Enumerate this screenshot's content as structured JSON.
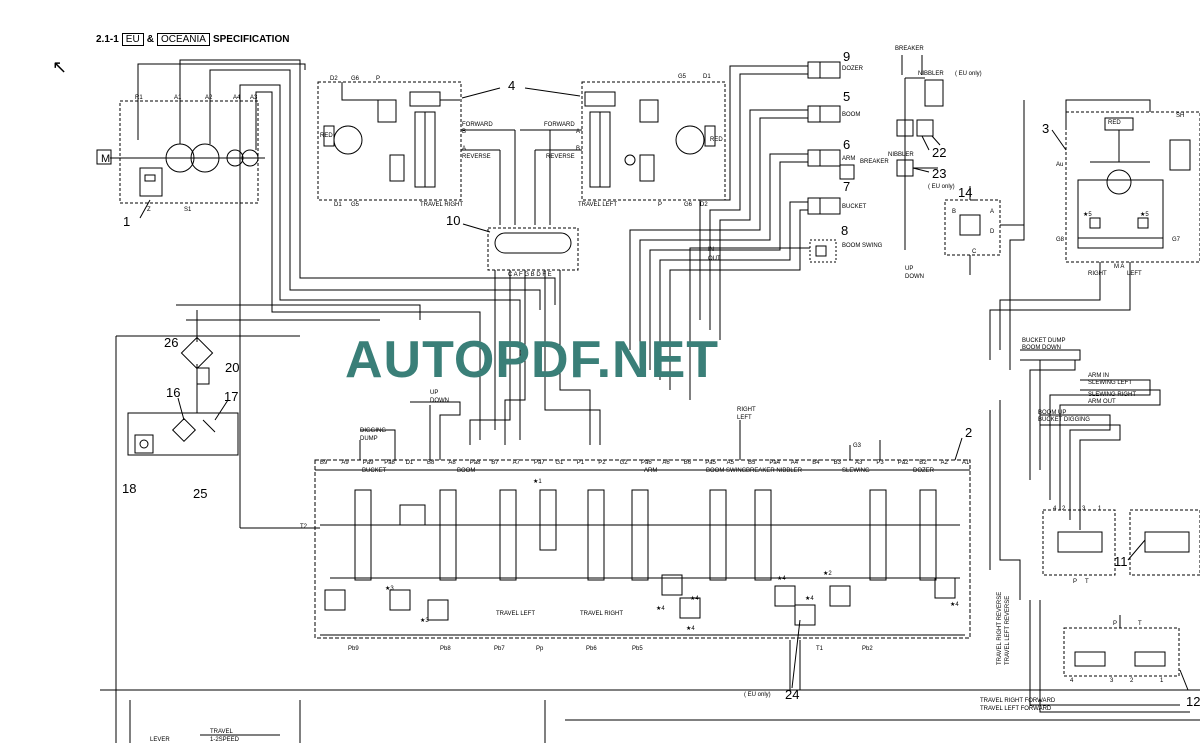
{
  "header": {
    "num": "2.1-1",
    "eu": "EU",
    "amp": "&",
    "oceania": "OCEANIA",
    "spec": "SPECIFICATION"
  },
  "watermark": "AUTOPDF.NET",
  "colors": {
    "line": "#000000",
    "watermark": "#3a7f78"
  },
  "callouts": {
    "n1": "1",
    "n2": "2",
    "n3": "3",
    "n4": "4",
    "n5": "5",
    "n6": "6",
    "n7": "7",
    "n8": "8",
    "n9": "9",
    "n10": "10",
    "n11": "11",
    "n12": "12",
    "n14": "14",
    "n16": "16",
    "n17": "17",
    "n18": "18",
    "n20": "20",
    "n22": "22",
    "n23": "23",
    "n24": "24",
    "n25": "25",
    "n26": "26"
  },
  "labels": {
    "motor": "M",
    "pump_ports": {
      "r1": "R1",
      "a1": "A1",
      "a2": "A2",
      "a4": "A4",
      "a3": "A3",
      "z": "Z",
      "s1": "S1"
    },
    "travel_right": {
      "d2": "D2",
      "g6": "G6",
      "p": "P",
      "red": "RED",
      "forward": "FORWARD",
      "b": "B",
      "a": "A",
      "reverse": "REVERSE",
      "d1": "D1",
      "g5": "G5",
      "name": "TRAVEL RIGHT"
    },
    "travel_left": {
      "g5": "G5",
      "d1": "D1",
      "forward": "FORWARD",
      "a": "A",
      "b": "B",
      "reverse": "REVERSE",
      "red": "RED",
      "p": "P",
      "g6": "G6",
      "d2": "D2",
      "name": "TRAVEL LEFT"
    },
    "swivel": {
      "ports": "C A F G B D F E"
    },
    "cylinders": {
      "dozer": "DOZER",
      "boom": "BOOM",
      "arm": "ARM",
      "bucket": "BUCKET",
      "boom_swing": "BOOM\nSWING",
      "breaker": "BREAKER"
    },
    "breaker_top": "BREAKER",
    "nibbler_top": "NIBBLER",
    "eu_only_1": "( EU only)",
    "nibbler_mid": "NIBBLER",
    "breaker_mid": "BREAKER",
    "eu_only_2": "( EU only)",
    "in_out": {
      "in": "IN",
      "out": "OUT"
    },
    "up_down_1": {
      "up": "UP",
      "down": "DOWN"
    },
    "slew_motor": {
      "red": "RED",
      "sh": "SH",
      "au": "Au",
      "g8": "G8",
      "g7": "G7",
      "right": "RIGHT",
      "ma": "M A",
      "left": "LEFT",
      "s5a": "★5",
      "s5b": "★5"
    },
    "valve14": {
      "b": "B",
      "a": "A",
      "d": "D",
      "c": "C"
    },
    "pilot_lines": {
      "bucket_dump": "BUCKET DUMP",
      "boom_down": "BOOM DOWN",
      "arm_in": "ARM IN",
      "slewing_left": "SLEWING LEFT",
      "slewing_right": "SLEWING RIGHT",
      "arm_out": "ARM OUT",
      "boom_up": "BOOM UP",
      "bucket_digging": "BUCKET DIGGING",
      "up": "UP",
      "down": "DOWN",
      "digging": "DIGGING",
      "dump": "DUMP",
      "right": "RIGHT",
      "left": "LEFT",
      "g3": "G3",
      "travel_right_reverse": "TRAVEL RIGHT REVERSE",
      "travel_left_reverse": "TRAVEL LEFT REVERSE",
      "travel_right_forward": "TRAVEL RIGHT FORWARD",
      "travel_left_forward": "TRAVEL LEFT FORWARD"
    },
    "cv_ports": [
      "B9",
      "A9",
      "Pa9",
      "Pa8'",
      "D1",
      "B8",
      "A8",
      "Pa8",
      "B7",
      "A7",
      "Pa7",
      "G1",
      "P1",
      "P2",
      "G2",
      "Pa6",
      "A6",
      "B6",
      "Pa5",
      "A5",
      "B5",
      "Pa4",
      "A4",
      "B4",
      "B3",
      "A3",
      "P3",
      "Pa2",
      "B2",
      "A2",
      "A1"
    ],
    "cv_sections": {
      "bucket": "BUCKET",
      "boom": "BOOM",
      "arm": "ARM",
      "boom_swing": "BOOM\nSWING",
      "breaker_nibbler": "BREAKER\nNIBBLER",
      "slewing": "SLEWING",
      "dozer": "DOZER"
    },
    "cv_bottom": [
      "Pb9",
      "Pb8",
      "Pb7",
      "Pp",
      "Pb6",
      "Pb5",
      "T1",
      "Pb2"
    ],
    "t2": "T2",
    "travel_right_sec": "TRAVEL\nRIGHT",
    "travel_left_sec": "TRAVEL\nLEFT",
    "stars": {
      "s1": "★1",
      "s2": "★2",
      "s3a": "★3",
      "s3b": "★3",
      "s4a": "★4",
      "s4b": "★4",
      "s4c": "★4",
      "s4d": "★4",
      "s4e": "★4",
      "s4f": "★4"
    },
    "eu_only_3": "( EU only)",
    "valve11_ports": {
      "p4": "4",
      "p2": "2",
      "p3": "3",
      "p1": "1",
      "p": "P",
      "t": "T"
    },
    "valve12_ports": {
      "p4": "4",
      "p3": "3",
      "p2": "2",
      "p1": "1",
      "p": "P",
      "t": "T"
    },
    "bottom": {
      "lever": "LEVER",
      "travel": "TRAVEL",
      "speed": "1-2SPEED"
    }
  }
}
